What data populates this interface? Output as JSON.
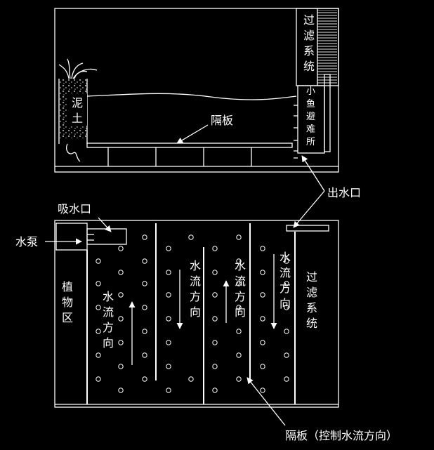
{
  "side_view": {
    "filter_label": "过滤系统",
    "mud_label": "泥土",
    "partition_label": "隔板",
    "shelter_label": "小鱼避难所"
  },
  "outlet_label": "出水口",
  "top_view": {
    "intake_label": "吸水口",
    "pump_label": "水泵",
    "plant_zone_label": "植物区",
    "filter_label": "过滤系统",
    "flow_label": "水流方向",
    "partition_label": "隔板（控制水流方向）"
  }
}
